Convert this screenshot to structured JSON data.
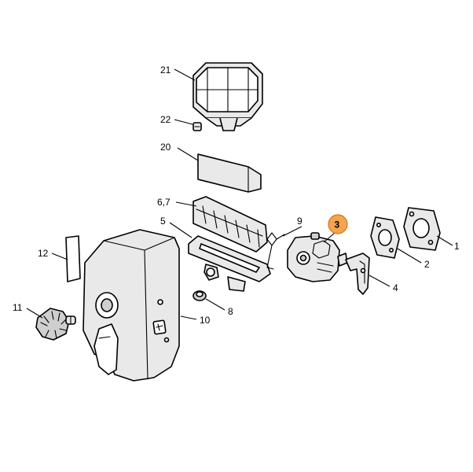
{
  "callouts": {
    "p21": "21",
    "p22": "22",
    "p20": "20",
    "p67": "6,7",
    "p5": "5",
    "p9": "9",
    "p3": "3",
    "p1": "1",
    "p2": "2",
    "p4": "4",
    "p12": "12",
    "p11": "11",
    "p10": "10",
    "p8": "8"
  },
  "highlight_color": "#f4a44c",
  "highlighted_part": "3"
}
